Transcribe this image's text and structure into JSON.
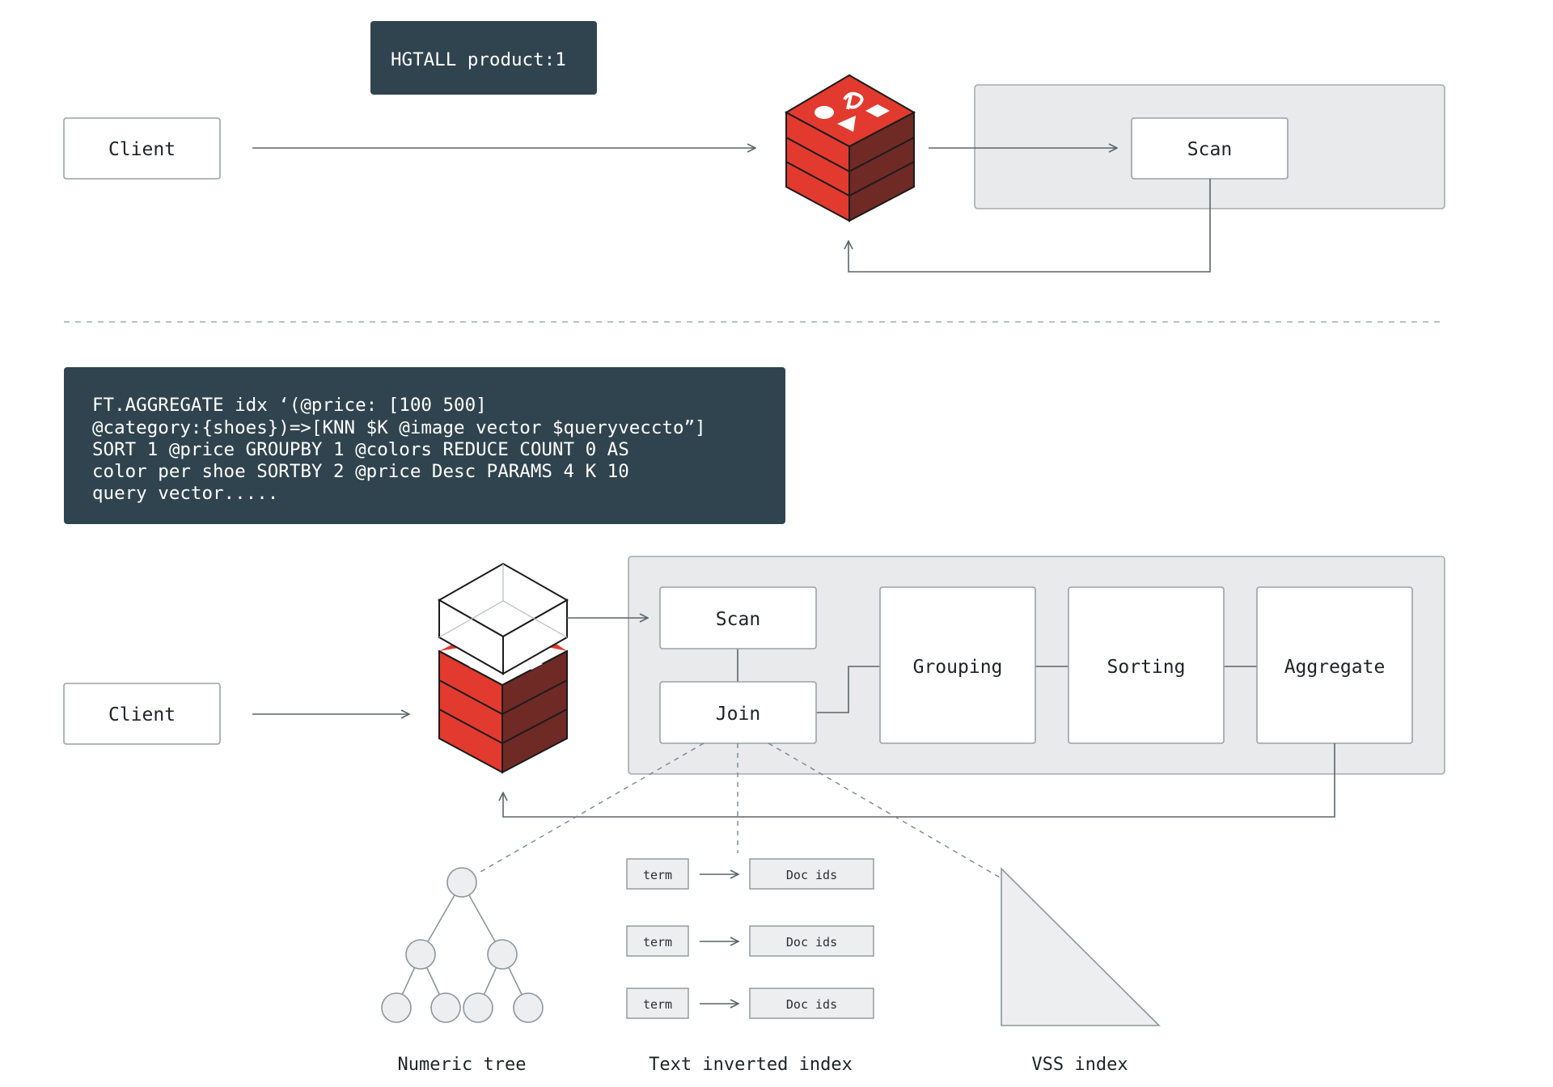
{
  "colors": {
    "code_bg": "#30444f",
    "panel_bg": "#e8eaeb",
    "panel_border": "#a4abb0",
    "box_border": "#9aa1a6",
    "line": "#5b656c",
    "redis_red": "#e23a2e",
    "redis_dark": "#6f2a26"
  },
  "top": {
    "command": "HGTALL product:1",
    "client_label": "Client",
    "scan_label": "Scan"
  },
  "bottom": {
    "command_lines": [
      "FT.AGGREGATE idx ‘(@price: [100 500]",
      "@category:{shoes})=>[KNN $K @image vector $queryveccto”]",
      "SORT 1 @price GROUPBY 1 @colors REDUCE COUNT 0 AS",
      "color per shoe SORTBY 2 @price Desc PARAMS 4 K 10",
      "query vector....."
    ],
    "client_label": "Client",
    "pipeline": {
      "scan": "Scan",
      "join": "Join",
      "grouping": "Grouping",
      "sorting": "Sorting",
      "aggregate": "Aggregate"
    },
    "index_rows": [
      {
        "term": "term",
        "doc": "Doc ids"
      },
      {
        "term": "term",
        "doc": "Doc ids"
      },
      {
        "term": "term",
        "doc": "Doc ids"
      }
    ],
    "captions": {
      "numeric": "Numeric tree",
      "text": "Text inverted index",
      "vss": "VSS index"
    }
  },
  "icons": {
    "redis_cube": "redis-logo-cube-icon",
    "wireframe_cube": "wireframe-cube-icon"
  }
}
